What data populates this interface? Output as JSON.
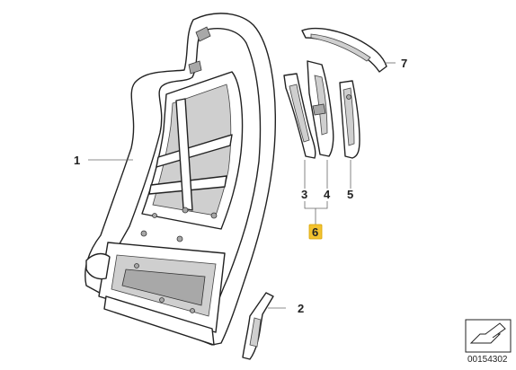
{
  "callouts": [
    {
      "id": "1",
      "label": "1",
      "part": "seat-back-frame"
    },
    {
      "id": "2",
      "label": "2",
      "part": "small-bracket"
    },
    {
      "id": "3",
      "label": "3",
      "part": "side-panel-a"
    },
    {
      "id": "4",
      "label": "4",
      "part": "side-panel-b"
    },
    {
      "id": "5",
      "label": "5",
      "part": "side-cover"
    },
    {
      "id": "6",
      "label": "6",
      "part": "group-3-4",
      "highlighted": true
    },
    {
      "id": "7",
      "label": "7",
      "part": "top-cover-trim"
    }
  ],
  "highlight_color": "#f2c230",
  "footer": {
    "diagram_number": "00154302"
  }
}
